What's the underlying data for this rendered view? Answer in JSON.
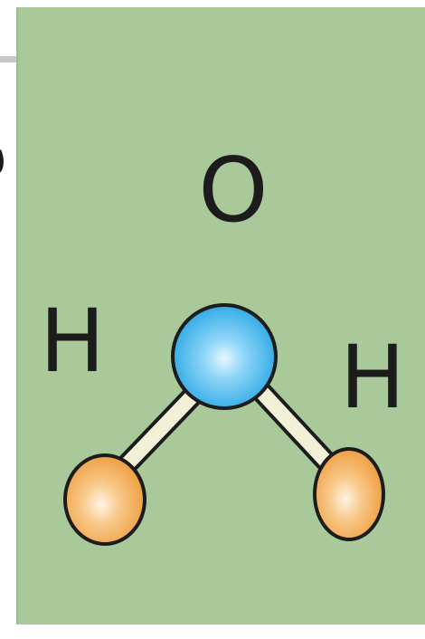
{
  "diagram": {
    "labels": {
      "oxygen": "O",
      "hydrogen_left": "H",
      "hydrogen_right": "H"
    },
    "colors": {
      "background": "#a9c99a",
      "oxygen_atom": "#3fb4ea",
      "hydrogen_atom": "#f0a64c",
      "bond": "#f3f0d8",
      "outline": "#1c1c1c"
    }
  }
}
